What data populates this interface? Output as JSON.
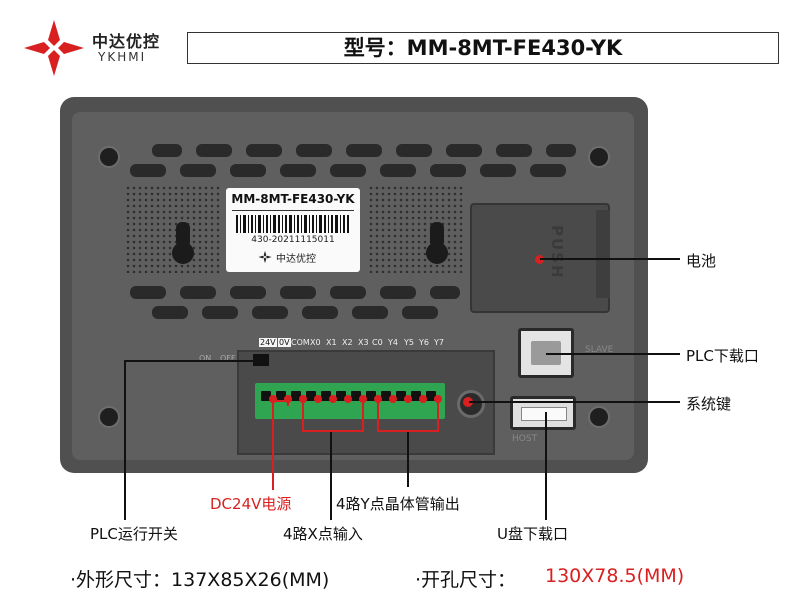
{
  "header": {
    "brand_cn": "中达优控",
    "brand_en": "YKHMI",
    "model_title": "型号：MM-8MT-FE430-YK",
    "brand_color": "#d92020"
  },
  "device": {
    "label_model": "MM-8MT-FE430-YK",
    "label_serial": "430-20211115011",
    "label_brand": "中达优控",
    "battery_text": "PUSH",
    "slave_text": "SLAVE",
    "host_text": "HOST",
    "switch_on": "ON",
    "switch_off": "OFF",
    "pins": [
      "24V",
      "0V",
      "COM",
      "X0",
      "X1",
      "X2",
      "X3",
      "C0",
      "Y4",
      "Y5",
      "Y6",
      "Y7"
    ]
  },
  "annotations": {
    "battery": "电池",
    "plc_download": "PLC下载口",
    "system_key": "系统键",
    "dc24v": "DC24V电源",
    "y_output": "4路Y点晶体管输出",
    "plc_switch": "PLC运行开关",
    "x_input": "4路X点输入",
    "u_download": "U盘下载口"
  },
  "specs": {
    "dimensions": "·外形尺寸：137X85X26(MM)",
    "hole_label": "·开孔尺寸：",
    "hole_value": "130X78.5(MM)"
  },
  "colors": {
    "accent": "#d92020",
    "terminal": "#2fa552",
    "housing": "#505050"
  }
}
